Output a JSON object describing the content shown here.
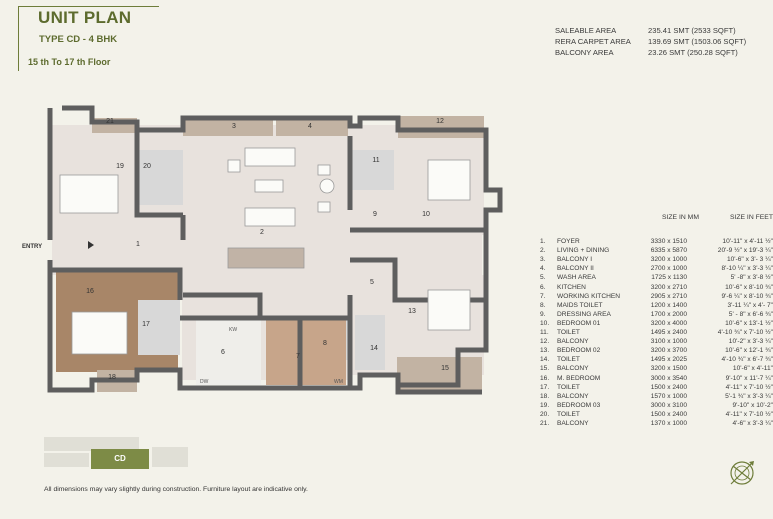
{
  "header": {
    "title": "UNIT PLAN",
    "subtitle": "TYPE CD - 4 BHK",
    "floor": "15 th To 17 th Floor"
  },
  "areas": [
    {
      "label": "SALEABLE AREA",
      "value": "235.41 SMT (2533 SQFT)"
    },
    {
      "label": "RERA CARPET AREA",
      "value": "139.69 SMT (1503.06 SQFT)"
    },
    {
      "label": "BALCONY AREA",
      "value": "23.26 SMT (250.28 SQFT)"
    }
  ],
  "schedule": {
    "col_mm": "SIZE IN MM",
    "col_ft": "SIZE IN FEET",
    "rows": [
      {
        "no": "1.",
        "room": "FOYER",
        "mm": "3330 x 1510",
        "ft": "10'-11\" x 4'-11 ½\""
      },
      {
        "no": "2.",
        "room": "LIVING + DINING",
        "mm": "6335 x 5870",
        "ft": "20'-9 ½\" x 19'-3 ¼\""
      },
      {
        "no": "3.",
        "room": "BALCONY I",
        "mm": "3200 x 1000",
        "ft": "10'-6\" x 3'- 3 ¼\""
      },
      {
        "no": "4.",
        "room": "BALCONY II",
        "mm": "2700 x 1000",
        "ft": "8'-10 ¼\" x 3'-3 ¼\""
      },
      {
        "no": "5.",
        "room": "WASH AREA",
        "mm": "1725 x 1130",
        "ft": "5' -8\" x 3'-8 ½\""
      },
      {
        "no": "6.",
        "room": "KITCHEN",
        "mm": "3200 x 2710",
        "ft": "10'-6\" x 8'-10 ¾\""
      },
      {
        "no": "7.",
        "room": "WORKING KITCHEN",
        "mm": "2905 x 2710",
        "ft": "9'-6 ¼\" x 8'-10 ¾\""
      },
      {
        "no": "8.",
        "room": "MAIDS TOILET",
        "mm": "1200 x 1400",
        "ft": "3'-11 ¼\" x 4'- 7\""
      },
      {
        "no": "9.",
        "room": "DRESSING AREA",
        "mm": "1700 x 2000",
        "ft": "5' - 8\" x 6'-6 ¾\""
      },
      {
        "no": "10.",
        "room": "BEDROOM 01",
        "mm": "3200 x 4000",
        "ft": "10'-6\" x 13'-1 ½\""
      },
      {
        "no": "11.",
        "room": "TOILET",
        "mm": "1495 x 2400",
        "ft": "4'-10 ¾\" x 7'-10 ½\""
      },
      {
        "no": "12.",
        "room": "BALCONY",
        "mm": "3100 x 1000",
        "ft": "10'-2\" x 3'-3 ¼\""
      },
      {
        "no": "13.",
        "room": "BEDROOM 02",
        "mm": "3200 x 3700",
        "ft": "10'-6\" x 12'-1 ¾\""
      },
      {
        "no": "14.",
        "room": "TOILET",
        "mm": "1495 x 2025",
        "ft": "4'-10 ¾\" x 6'-7 ¾\""
      },
      {
        "no": "15.",
        "room": "BALCONY",
        "mm": "3200 x 1500",
        "ft": "10'-6\" x 4'-11\""
      },
      {
        "no": "16.",
        "room": "M. BEDROOM",
        "mm": "3000 x 3540",
        "ft": "9'-10\" x 11'-7 ¼\""
      },
      {
        "no": "17.",
        "room": "TOILET",
        "mm": "1500 x 2400",
        "ft": "4'-11\" x 7'-10 ½\""
      },
      {
        "no": "18.",
        "room": "BALCONY",
        "mm": "1570 x 1000",
        "ft": "5'-1 ¾\" x 3'-3 ¼\""
      },
      {
        "no": "19.",
        "room": "BEDROOM 03",
        "mm": "3000 x 3100",
        "ft": "9'-10\" x 10'-2\""
      },
      {
        "no": "20.",
        "room": "TOILET",
        "mm": "1500 x 2400",
        "ft": "4'-11\" x 7'-10 ½\""
      },
      {
        "no": "21.",
        "room": "BALCONY",
        "mm": "1370 x 1000",
        "ft": "4'-6\" x 3'-3 ¼\""
      }
    ]
  },
  "plan": {
    "entry_label": "ENTRY",
    "room_numbers": [
      "1",
      "2",
      "3",
      "4",
      "5",
      "6",
      "7",
      "8",
      "9",
      "10",
      "11",
      "12",
      "13",
      "14",
      "15",
      "16",
      "17",
      "18",
      "19",
      "20",
      "21"
    ],
    "fixture_labels": {
      "kw": "KW",
      "dw": "DW",
      "wm": "WM"
    }
  },
  "keyplan": {
    "highlight": "CD"
  },
  "footnote": "All dimensions may vary slightly during construction. Furniture layout are indicative only.",
  "colors": {
    "accent": "#5d6b2e",
    "wall": "#5e5e5e",
    "floor": "#e8e2dd",
    "wood": "#a88668",
    "balcony": "#c2b3a3"
  }
}
